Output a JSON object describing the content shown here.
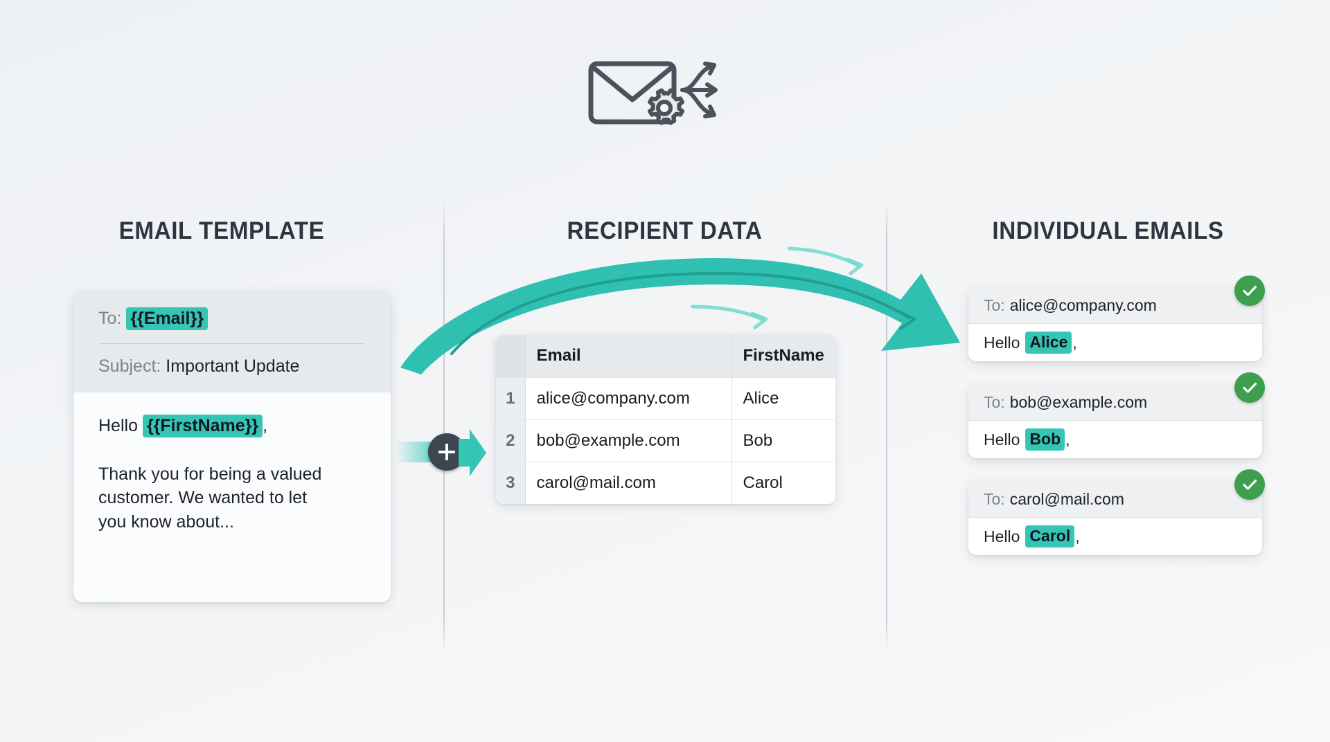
{
  "header": {
    "icon": "envelope-gear-distribute-icon"
  },
  "columns": {
    "template_heading": "EMAIL TEMPLATE",
    "recipient_heading": "RECIPIENT DATA",
    "emails_heading": "INDIVIDUAL EMAILS"
  },
  "email_template": {
    "to_label": "To:",
    "to_value": "{{Email}}",
    "subject_label": "Subject:",
    "subject_value": "Important Update",
    "greeting_prefix": "Hello",
    "greeting_tag": "{{FirstName}}",
    "greeting_suffix": ",",
    "body_paragraph": "Thank you for being a valued customer. We wanted to let you know about..."
  },
  "merge": {
    "plus_label": "+",
    "arrow_icon": "merge-arrow-icon"
  },
  "flow": {
    "arrow_icon": "curved-flow-arrow-icon"
  },
  "recipient_table": {
    "index_header": "",
    "headers": [
      "Email",
      "FirstName"
    ],
    "rows": [
      {
        "index": "1",
        "email": "alice@company.com",
        "first_name": "Alice"
      },
      {
        "index": "2",
        "email": "bob@example.com",
        "first_name": "Bob"
      },
      {
        "index": "3",
        "email": "carol@mail.com",
        "first_name": "Carol"
      }
    ]
  },
  "individual_emails": [
    {
      "to_label": "To:",
      "to_value": "alice@company.com",
      "greeting_prefix": "Hello",
      "name": "Alice",
      "greeting_suffix": ",",
      "status": "sent"
    },
    {
      "to_label": "To:",
      "to_value": "bob@example.com",
      "greeting_prefix": "Hello",
      "name": "Bob",
      "greeting_suffix": ",",
      "status": "sent"
    },
    {
      "to_label": "To:",
      "to_value": "carol@mail.com",
      "greeting_prefix": "Hello",
      "name": "Carol",
      "greeting_suffix": ",",
      "status": "sent"
    }
  ],
  "colors": {
    "accent_teal": "#35c5b5",
    "arrow_teal": "#31bfb0",
    "success_green": "#3d9e4d",
    "heading_dark": "#2d3640",
    "panel_gray": "#e7eaec",
    "background_start": "#eef1f4",
    "background_end": "#f7f8fa"
  }
}
